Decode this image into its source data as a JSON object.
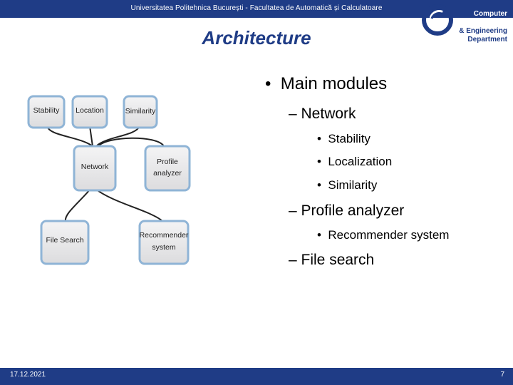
{
  "header": {
    "text": "Universitatea Politehnica București - Facultatea de Automatică și Calculatoare",
    "department": [
      "Computer Science",
      "& Engineering",
      "Department"
    ]
  },
  "slide": {
    "title": "Architecture",
    "bullets": {
      "main": "Main modules",
      "network": "Network",
      "stability": "Stability",
      "localization": "Localization",
      "similarity": "Similarity",
      "profile": "Profile analyzer",
      "recommender": "Recommender system",
      "filesearch": "File search"
    }
  },
  "diagram": {
    "nodes": {
      "stability": "Stability",
      "location": "Location",
      "similarity": "Similarity",
      "network": "Network",
      "profile_1": "Profile",
      "profile_2": "analyzer",
      "filesearch": "File Search",
      "recommender_1": "Recommender",
      "recommender_2": "system"
    }
  },
  "footer": {
    "date": "17.12.2021",
    "page": "7"
  },
  "colors": {
    "brand": "#1f3c86",
    "node_fill": "#e9e9ea",
    "node_border": "#8fb4d6"
  }
}
